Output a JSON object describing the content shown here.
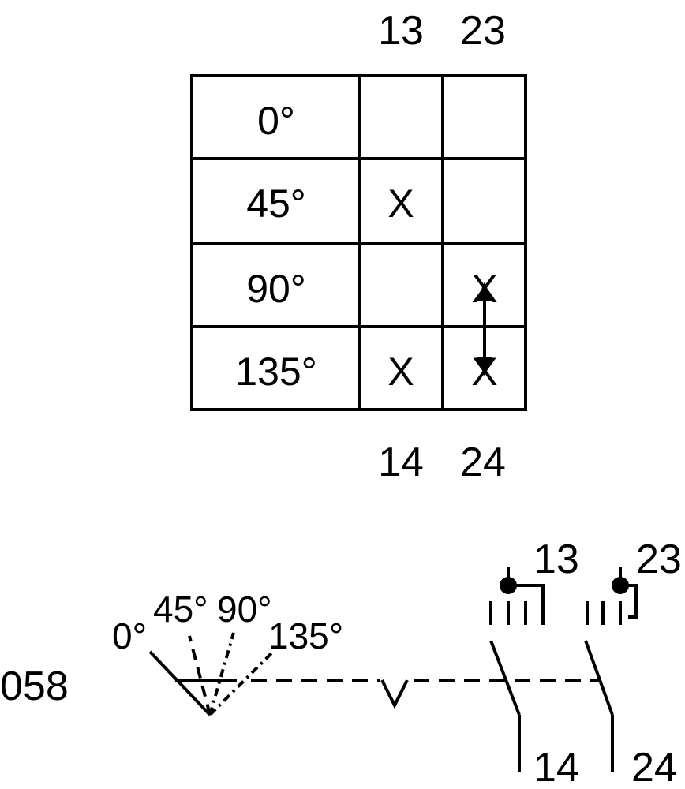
{
  "table": {
    "top_contacts": [
      "13",
      "23"
    ],
    "bottom_contacts": [
      "14",
      "24"
    ],
    "rows": [
      {
        "angle": "0°",
        "c1": "",
        "c2": ""
      },
      {
        "angle": "45°",
        "c1": "X",
        "c2": ""
      },
      {
        "angle": "90°",
        "c1": "",
        "c2": "X"
      },
      {
        "angle": "135°",
        "c1": "X",
        "c2": "X"
      }
    ]
  },
  "schematic": {
    "positions": [
      "0°",
      "45°",
      "90°",
      "135°"
    ],
    "ref_label": "058",
    "contact1_top": "13",
    "contact1_bottom": "14",
    "contact2_top": "23",
    "contact2_bottom": "24"
  }
}
